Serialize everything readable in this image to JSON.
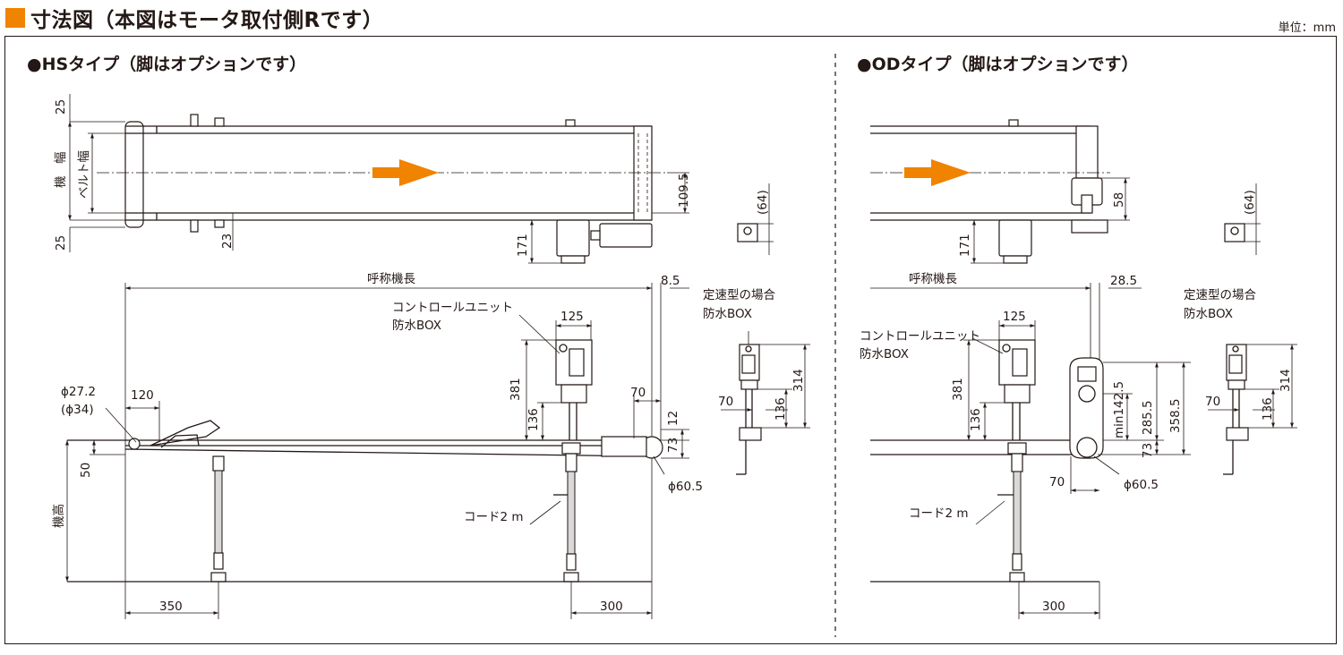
{
  "header": {
    "title": "寸法図（本図はモータ取付側Rです）",
    "unit": "単位：mm",
    "accent_color": "#f08300"
  },
  "hs": {
    "section_title": "●HSタイプ（脚はオプションです）",
    "top_view": {
      "dim_25_top": "25",
      "dim_25_bottom": "25",
      "machine_width": "機　幅",
      "belt_width": "ベルト幅",
      "dim_109_5": "109.5",
      "dim_23": "23",
      "dim_171": "171"
    },
    "side_view": {
      "nominal_length": "呼称機長",
      "dim_8_5": "8.5",
      "control_unit": "コントロールユニット",
      "waterproof_box": "防水BOX",
      "dim_125": "125",
      "dim_381": "381",
      "dim_136": "136",
      "dim_70": "70",
      "dim_12": "12",
      "dim_73": "73",
      "dia_27_2": "ϕ27.2",
      "dia_34": "(ϕ34)",
      "dim_120": "120",
      "dim_50": "50",
      "machine_height": "機高",
      "cord": "コード2 m",
      "dia_60_5": "ϕ60.5",
      "dim_350": "350",
      "dim_300": "300"
    },
    "end_view": {
      "dim_64": "(64)",
      "const_speed": "定速型の場合",
      "waterproof_box": "防水BOX",
      "dim_314": "314",
      "dim_70": "70",
      "dim_136": "136"
    }
  },
  "od": {
    "section_title": "●ODタイプ（脚はオプションです）",
    "top_view": {
      "dim_58": "58",
      "dim_171": "171"
    },
    "side_view": {
      "nominal_length": "呼称機長",
      "dim_28_5": "28.5",
      "control_unit": "コントロールユニット",
      "waterproof_box": "防水BOX",
      "dim_125": "125",
      "dim_381": "381",
      "dim_136": "136",
      "dim_min142_5": "min142.5",
      "dim_285_5": "285.5",
      "dim_358_5": "358.5",
      "dim_73": "73",
      "dim_70": "70",
      "dia_60_5": "ϕ60.5",
      "cord": "コード2 m",
      "dim_300": "300"
    },
    "end_view": {
      "dim_64": "(64)",
      "const_speed": "定速型の場合",
      "waterproof_box": "防水BOX",
      "dim_314": "314",
      "dim_70": "70",
      "dim_136": "136"
    }
  }
}
